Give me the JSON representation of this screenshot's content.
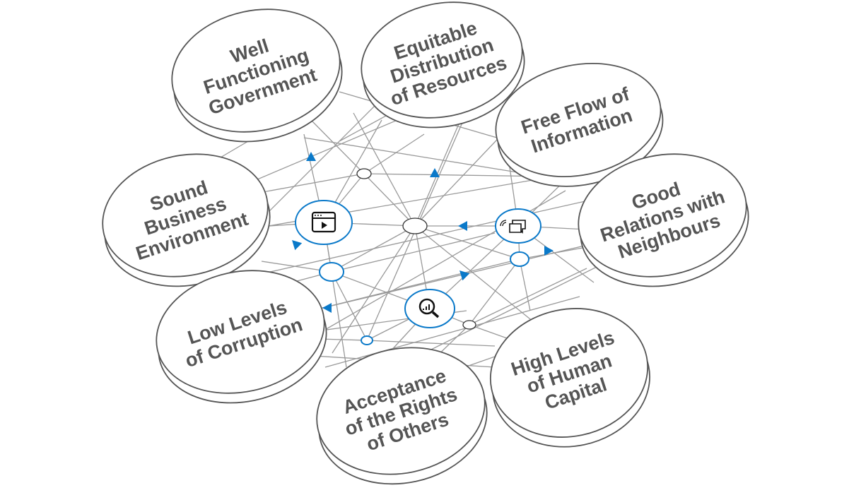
{
  "colors": {
    "accent": "#0a79c9",
    "line": "#999999",
    "disc_stroke": "#555555",
    "text": "#555555"
  },
  "discs": [
    {
      "id": "well-functioning-government",
      "lines": [
        "Well",
        "Functioning",
        "Government"
      ]
    },
    {
      "id": "equitable-distribution",
      "lines": [
        "Equitable",
        "Distribution",
        "of Resources"
      ]
    },
    {
      "id": "free-flow-of-information",
      "lines": [
        "Free Flow of",
        "Information"
      ]
    },
    {
      "id": "good-relations",
      "lines": [
        "Good",
        "Relations with",
        "Neighbours"
      ]
    },
    {
      "id": "sound-business-environment",
      "lines": [
        "Sound",
        "Business",
        "Environment"
      ]
    },
    {
      "id": "low-levels-of-corruption",
      "lines": [
        "Low Levels",
        "of Corruption"
      ]
    },
    {
      "id": "high-levels-of-human-capital",
      "lines": [
        "High Levels",
        "of Human",
        "Capital"
      ]
    },
    {
      "id": "acceptance-of-rights",
      "lines": [
        "Acceptance",
        "of the Rights",
        "of Others"
      ]
    }
  ],
  "icons": [
    "video-player-icon",
    "chat-signal-icon",
    "search-chart-icon"
  ]
}
